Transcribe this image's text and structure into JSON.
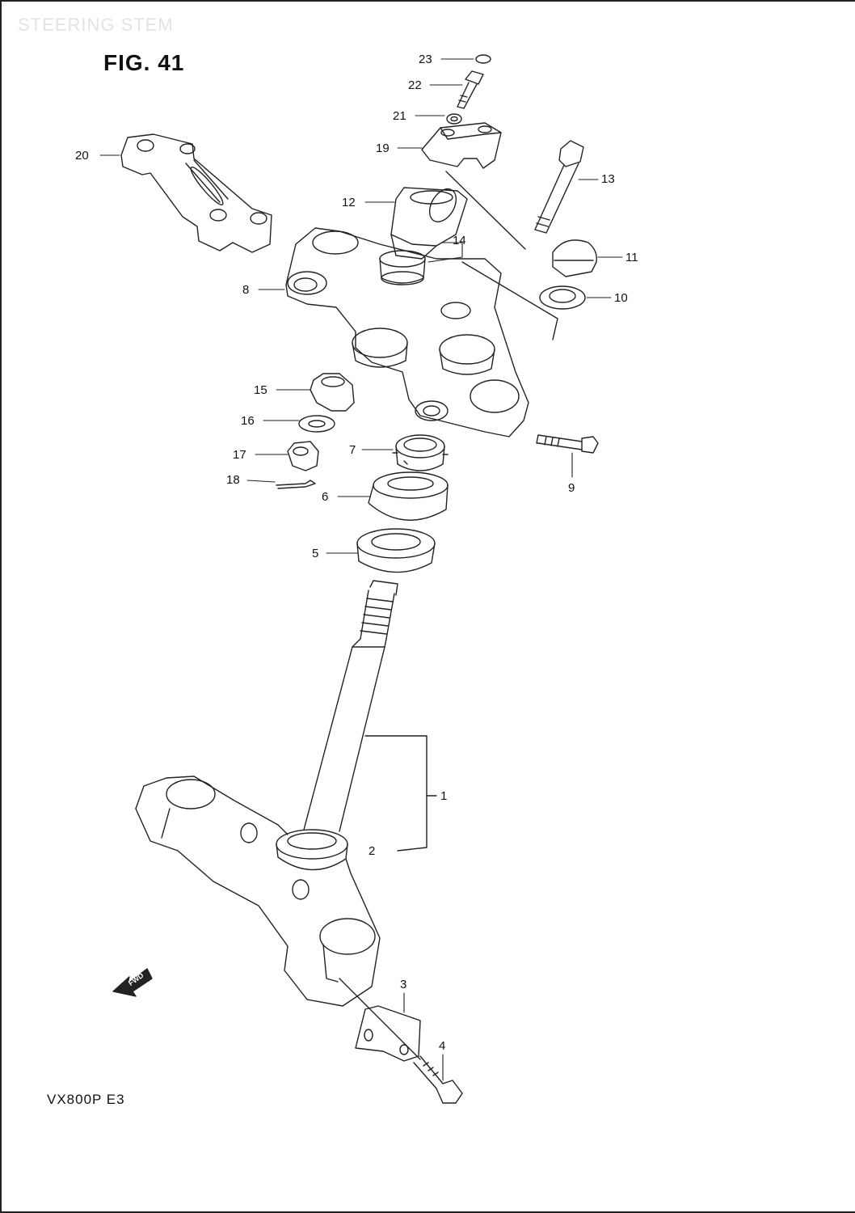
{
  "header": {
    "section_title": "STEERING STEM",
    "figure_label": "FIG. 41"
  },
  "footer": {
    "model_code": "VX800P  E3"
  },
  "direction_arrow": {
    "label": "FWD",
    "icon": "forward-arrow-icon"
  },
  "callouts": [
    "1",
    "2",
    "3",
    "4",
    "5",
    "6",
    "7",
    "8",
    "9",
    "10",
    "11",
    "12",
    "13",
    "14",
    "15",
    "16",
    "17",
    "18",
    "19",
    "20",
    "21",
    "22",
    "23"
  ],
  "colors": {
    "line": "#222222",
    "faint_text": "#e3e3e3"
  }
}
